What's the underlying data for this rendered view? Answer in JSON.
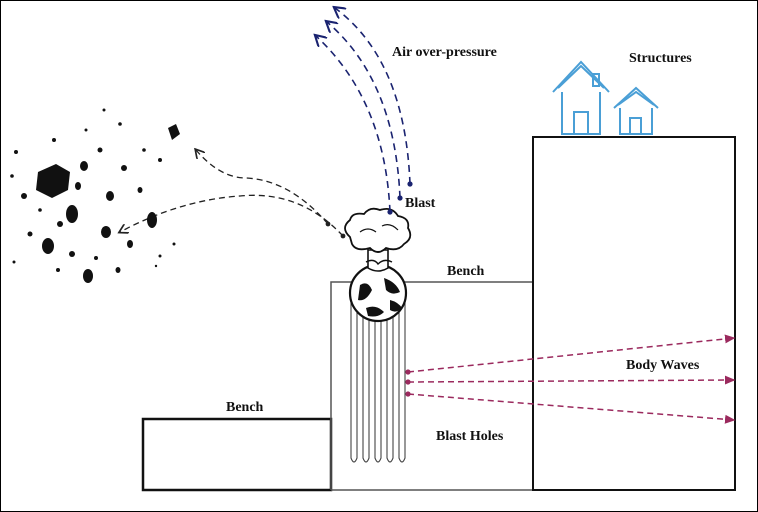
{
  "labels": {
    "air_overpressure": "Air over-pressure",
    "structures": "Structures",
    "blast": "Blast",
    "bench_top": "Bench",
    "bench_left": "Bench",
    "body_waves": "Body Waves",
    "blast_holes": "Blast Holes"
  },
  "colors": {
    "air_overpressure": "#1a2370",
    "body_waves": "#9b2a5e",
    "structures": "#4a9fd6",
    "outline": "#111111",
    "bench_outline": "#555555"
  },
  "icons": {
    "structures": "house-icon",
    "blast": "mushroom-cloud-icon",
    "flyrock": "rock-fragments-icon"
  }
}
